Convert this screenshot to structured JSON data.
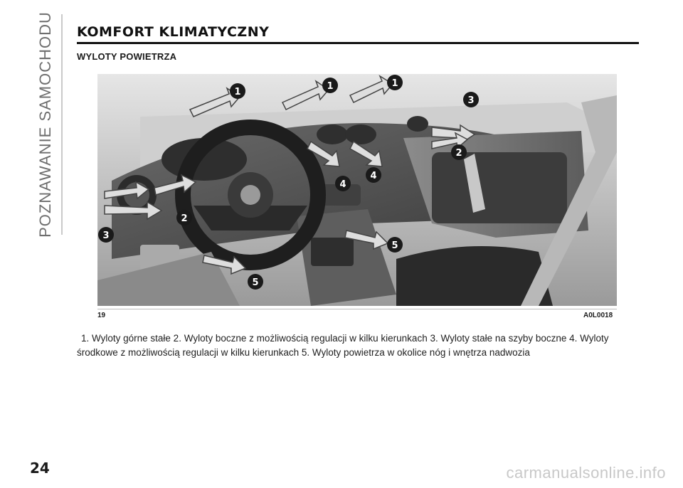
{
  "side_tab": {
    "label": "POZNAWANIE SAMOCHODU"
  },
  "header": {
    "title": "KOMFORT KLIMATYCZNY",
    "subtitle": "WYLOTY POWIETRZA"
  },
  "figure": {
    "number": "19",
    "code": "A0L0018",
    "callouts": [
      "1",
      "1",
      "1",
      "3",
      "2",
      "4",
      "4",
      "2",
      "3",
      "5",
      "5"
    ]
  },
  "caption": "1. Wyloty górne stałe  2. Wyloty boczne z możliwością regulacji w kilku kierunkach  3. Wyloty stałe na szyby boczne  4. Wyloty środkowe z możliwością regulacji w kilku kierunkach  5. Wyloty powietrza w okolice nóg i wnętrza nadwozia",
  "footer": {
    "page_number": "24",
    "watermark": "carmanualsonline.info"
  },
  "colors": {
    "callout_fill": "#1a1a1a",
    "arrow_fill": "#d9d9d9",
    "background": "#ffffff"
  }
}
